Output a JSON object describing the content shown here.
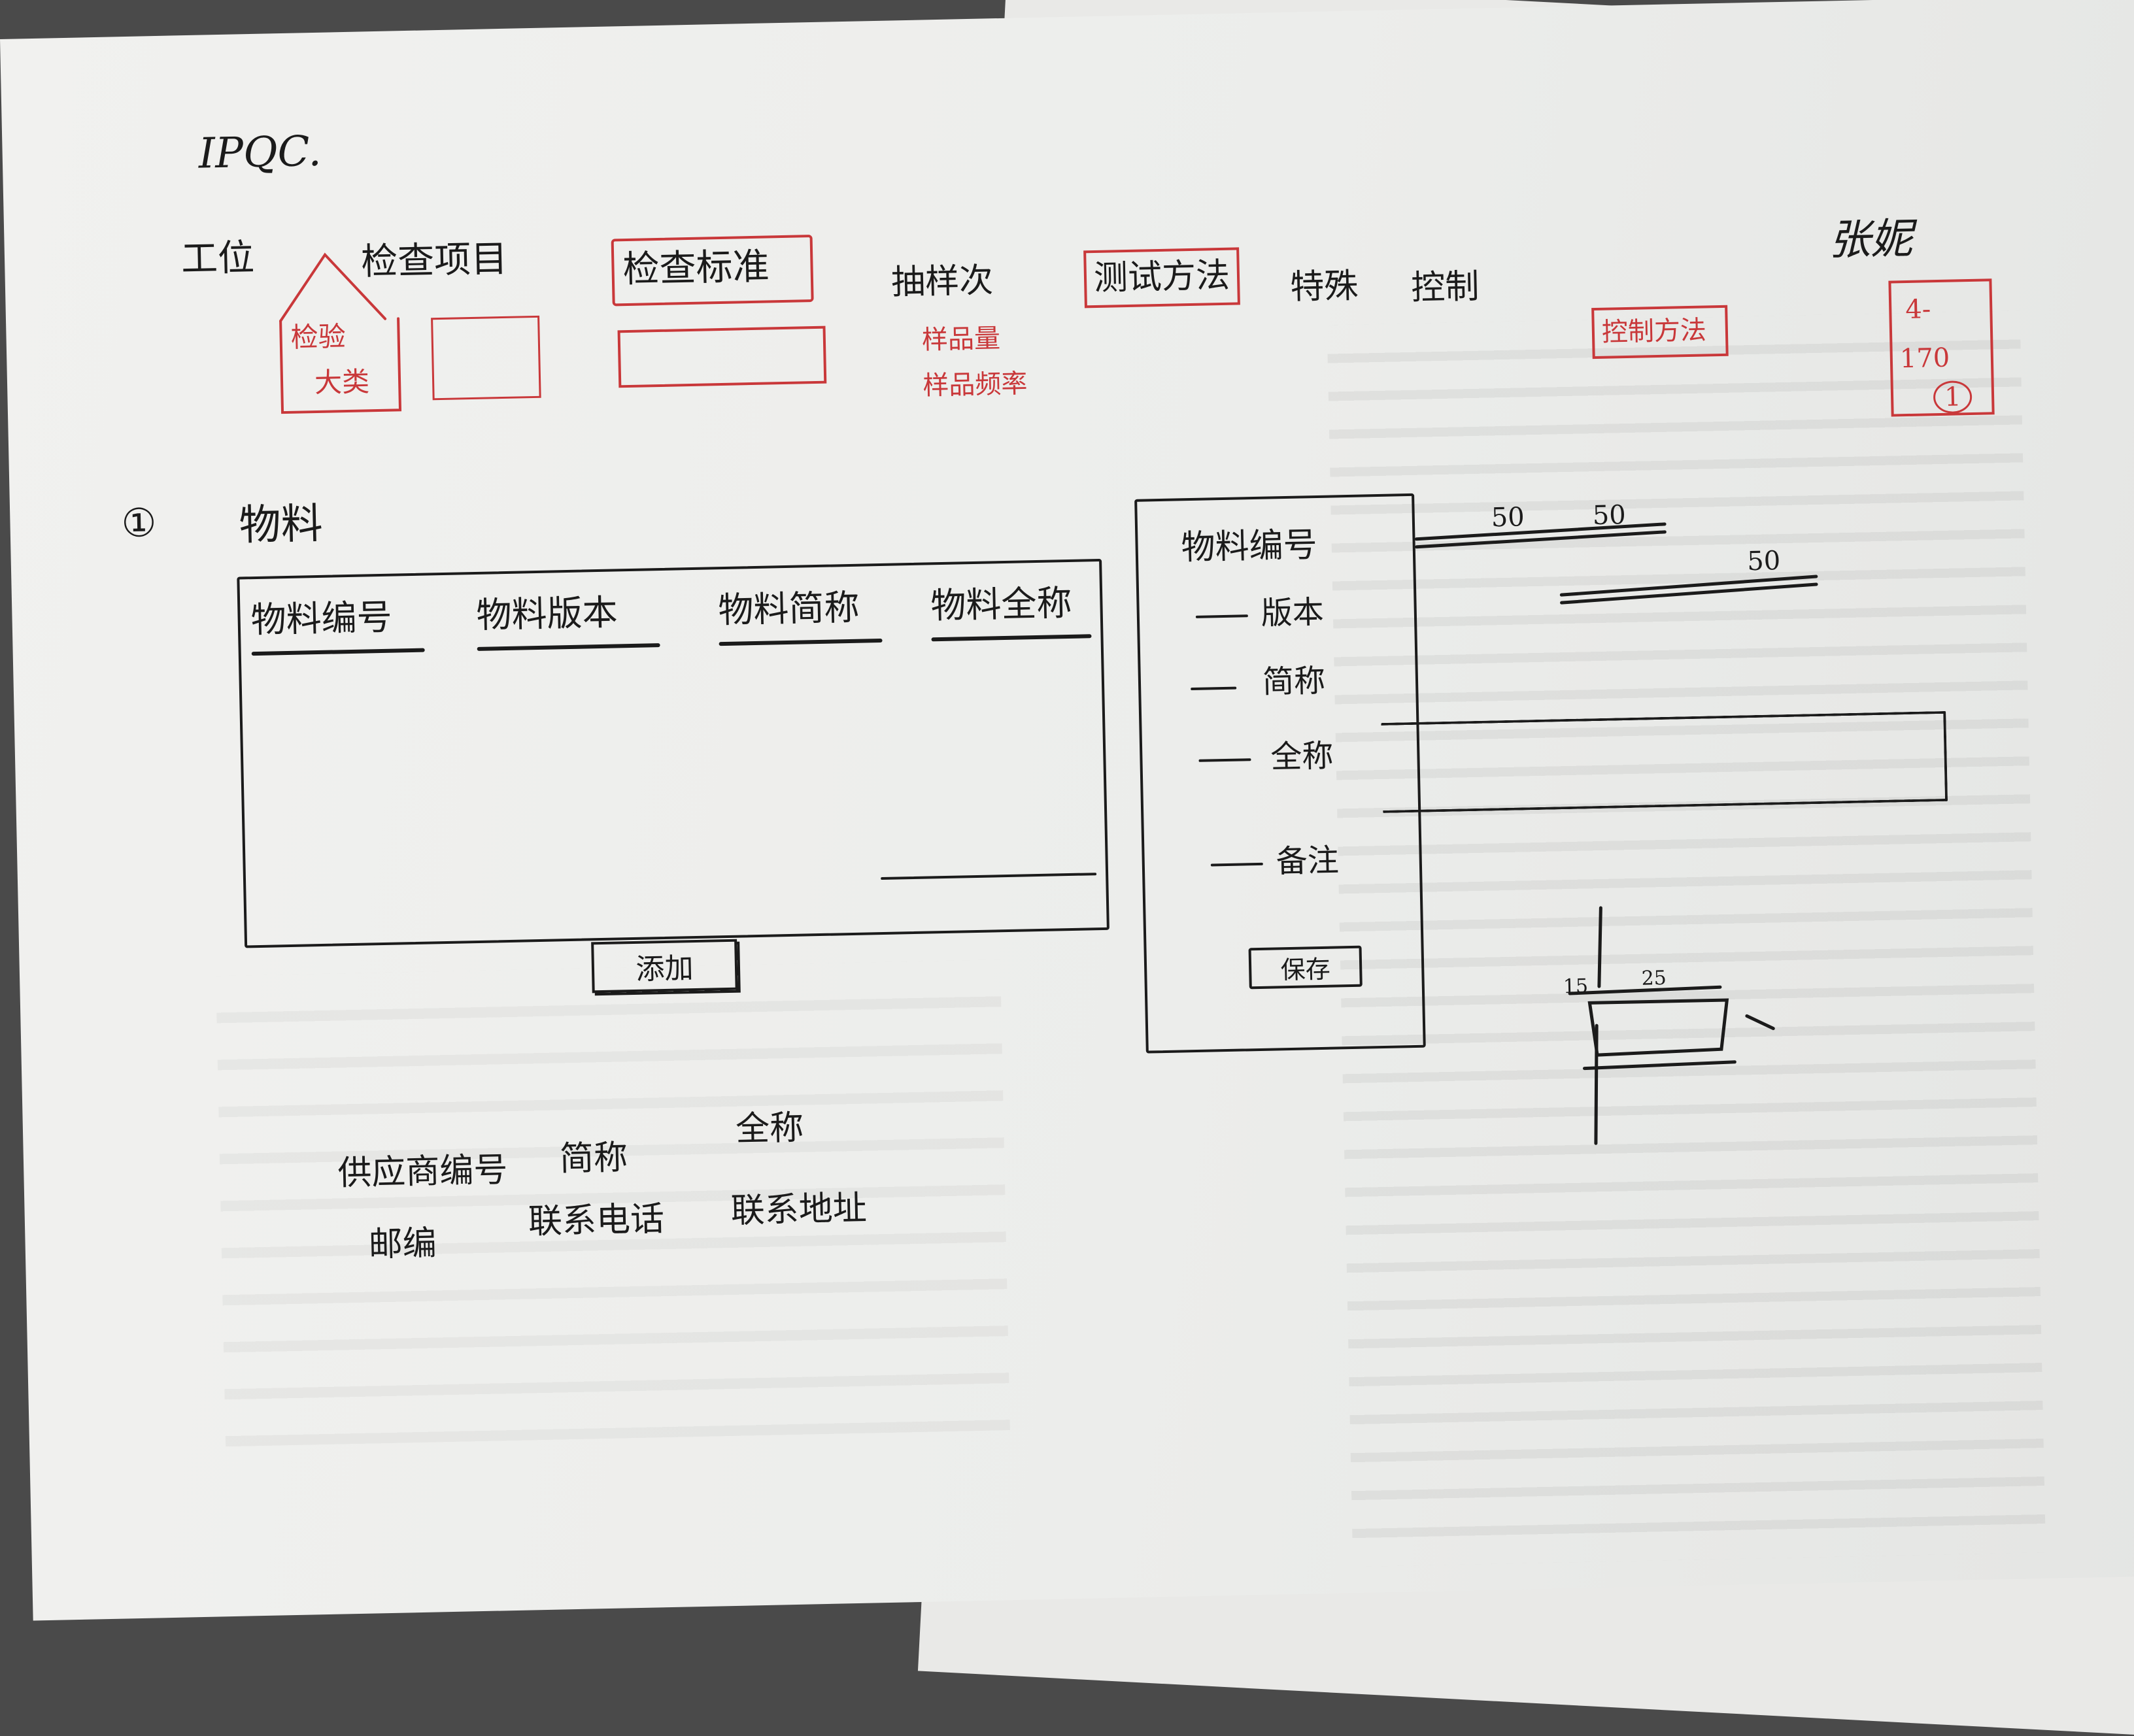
{
  "title": "IPQC.",
  "header": {
    "station": "工位",
    "inspection_item": "检查项目",
    "inspection_standard": "检查标准",
    "sampling": "抽样次",
    "test_method": "测试方法",
    "spec": "特殊",
    "control": "控制",
    "author": "张妮"
  },
  "red_notes": {
    "category_line1": "检验",
    "category_line2": "大类",
    "sample_qty": "样品量",
    "sample_freq": "样品频率",
    "control_method": "控制方法",
    "side_top": "4-",
    "side_mid": "170",
    "side_num": "1"
  },
  "section": {
    "number": "①",
    "title": "物料"
  },
  "table_columns": [
    "物料编号",
    "物料版本",
    "物料简称",
    "物料全称"
  ],
  "add_button": "添加",
  "form": {
    "field_code": "物料编号",
    "fields": [
      "版本",
      "简称",
      "全称",
      "备注"
    ],
    "save_button": "保存"
  },
  "dimensions": {
    "top_a": "50",
    "top_b": "50",
    "right": "50",
    "joint_a": "15",
    "joint_b": "25"
  },
  "supplier_notes": {
    "line1": [
      "供应商编号",
      "简称",
      "全称"
    ],
    "line2": [
      "邮编",
      "联系电话",
      "联系地址"
    ]
  }
}
